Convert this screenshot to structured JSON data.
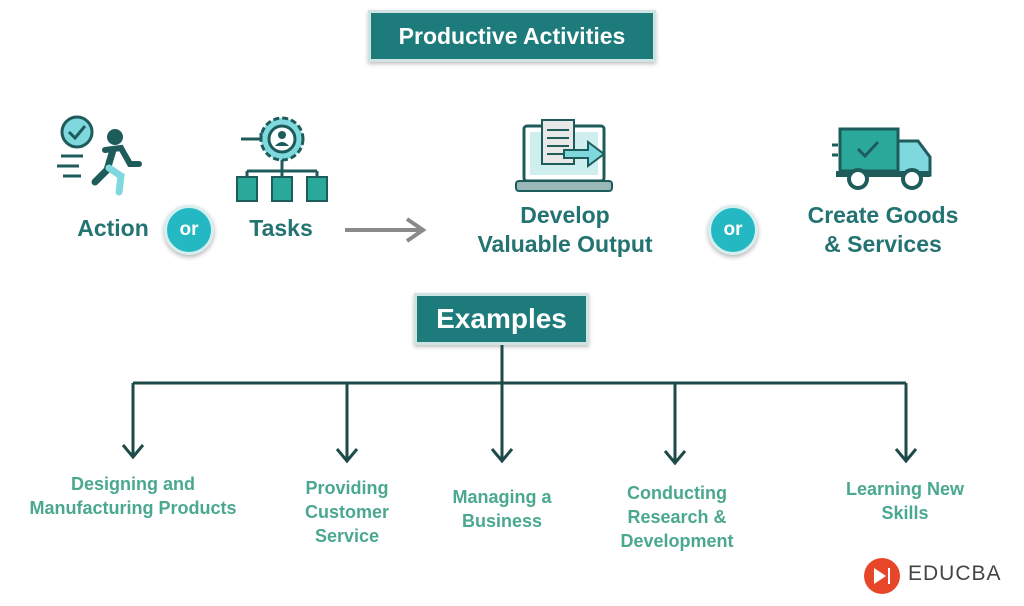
{
  "title": "Productive Activities",
  "top_row": {
    "action": "Action",
    "or_left": "or",
    "tasks": "Tasks",
    "develop_line1": "Develop",
    "develop_line2": "Valuable Output",
    "or_right": "or",
    "create_line1": "Create Goods",
    "create_line2": "& Services"
  },
  "examples_heading": "Examples",
  "examples": [
    {
      "line1": "Designing and",
      "line2": "Manufacturing Products",
      "line3": ""
    },
    {
      "line1": "Providing",
      "line2": "Customer",
      "line3": "Service"
    },
    {
      "line1": "Managing a",
      "line2": "Business",
      "line3": ""
    },
    {
      "line1": "Conducting",
      "line2": "Research &",
      "line3": "Development"
    },
    {
      "line1": "Learning New",
      "line2": "Skills",
      "line3": ""
    }
  ],
  "brand": "EDUCBA",
  "colors": {
    "teal_dark": "#1e7b7b",
    "teal_text": "#237372",
    "cyan": "#23b8c2",
    "example_green": "#4aa88f",
    "brand_orange": "#e8462a"
  },
  "icons": [
    "running-person-icon",
    "gear-tasks-icon",
    "laptop-document-icon",
    "delivery-truck-icon",
    "educba-logo-icon"
  ]
}
